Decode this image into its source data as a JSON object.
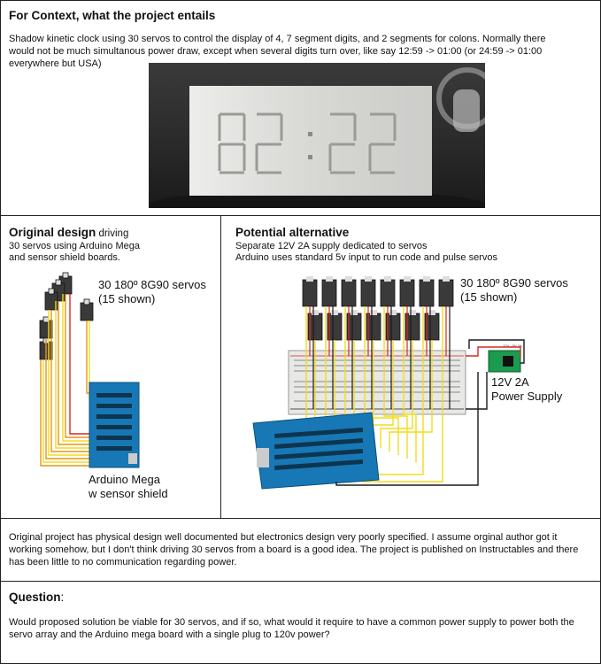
{
  "context": {
    "title": "For Context, what the project entails",
    "description": "Shadow kinetic clock using 30 servos to control the display of 4, 7 segment digits, and 2 segments for colons. Normally there would not be much simultanous power draw, except when several digits turn over, like say 12:59 -> 01:00 (or 24:59 -> 01:00 everywhere but USA)"
  },
  "original": {
    "title_bold": "Original design",
    "title_rest": " driving",
    "subtitle_line1": "30 servos using Arduino Mega",
    "subtitle_line2": "and sensor shield boards.",
    "servo_label_line1": "30 180º 8G90 servos",
    "servo_label_line2": "(15 shown)",
    "board_label_line1": "Arduino Mega",
    "board_label_line2": "w sensor shield"
  },
  "alternative": {
    "title": "Potential alternative",
    "subtitle_line1": "Separate 12V 2A supply dedicated to servos",
    "subtitle_line2": "Arduino uses standard 5v input to run code and pulse servos",
    "servo_label_line1": "30 180º 8G90 servos",
    "servo_label_line2": "(15 shown)",
    "psu_label_line1": "12V 2A",
    "psu_label_line2": "Power Supply",
    "psu_tiny": "12V - 5V 2A"
  },
  "notes": {
    "text": "Original project has physical design well documented but electronics design very poorly specified. I assume orginal author got it working somehow, but I don't think driving 30 servos from a board is a good idea. The project is published on Instructables and there has been little to no communication regarding power."
  },
  "question": {
    "title": "Question",
    "colon": ":",
    "text": "Would proposed solution be viable for 30 servos, and if so, what would it require to have a common power supply to power both the servo array and the Arduino mega board with a single plug to 120v power?"
  },
  "colors": {
    "wire_yellow": "#f2dc1c",
    "wire_red": "#d42a1e",
    "wire_orange": "#e8941a",
    "board_blue": "#1778b5",
    "psu_green": "#1c9a4f"
  }
}
